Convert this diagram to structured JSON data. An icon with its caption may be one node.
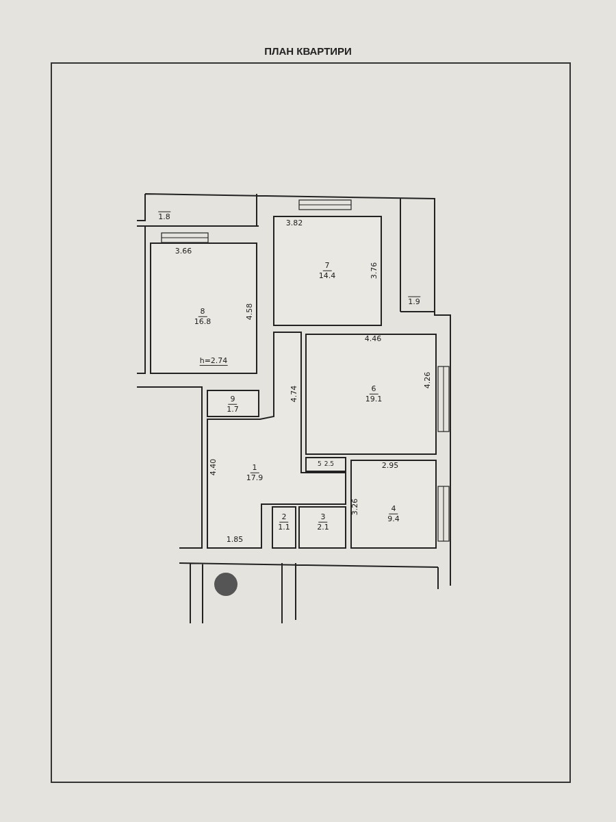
{
  "diagram": {
    "title": "ПЛАН КВАРТИРИ",
    "nodes": [
      {
        "text": [
          "1.8"
        ]
      },
      {
        "text": [
          "7",
          "14.4"
        ]
      },
      {
        "text": [
          "8",
          "16.8"
        ]
      },
      {
        "text": [
          "1.9"
        ]
      },
      {
        "text": [
          "6",
          "19.1"
        ]
      },
      {
        "text": [
          "9",
          "1.7"
        ]
      },
      {
        "text": [
          "1",
          "17.9"
        ]
      },
      {
        "text": [
          "5",
          "2.5"
        ]
      },
      {
        "text": [
          "4",
          "9.4"
        ]
      },
      {
        "text": [
          "2",
          "1.1"
        ]
      },
      {
        "text": [
          "3",
          "2.1"
        ]
      }
    ],
    "labels": [
      "3.66",
      "4.58",
      "h=2.74",
      "3.82",
      "3.76",
      "4.46",
      "4.26",
      "4.74",
      "2.95",
      "3.26",
      "4.40",
      "1.85"
    ]
  }
}
